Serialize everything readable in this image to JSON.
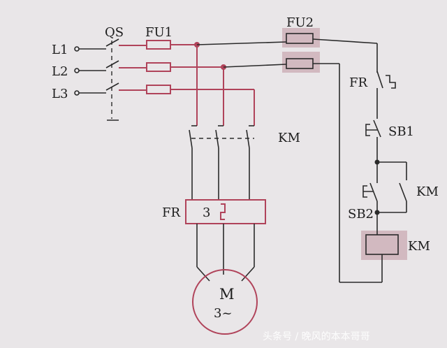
{
  "diagram": {
    "labels": {
      "l1": "L1",
      "l2": "L2",
      "l3": "L3",
      "qs": "QS",
      "fu1": "FU1",
      "fu2": "FU2",
      "km_main": "KM",
      "fr_main": "FR",
      "fr_element": "3",
      "motor_letter": "M",
      "motor_phase": "3~",
      "fr_ctrl": "FR",
      "sb1": "SB1",
      "sb2": "SB2",
      "km_aux": "KM",
      "km_coil": "KM"
    },
    "watermark": "头条号 / 晚风的本本哥哥"
  }
}
